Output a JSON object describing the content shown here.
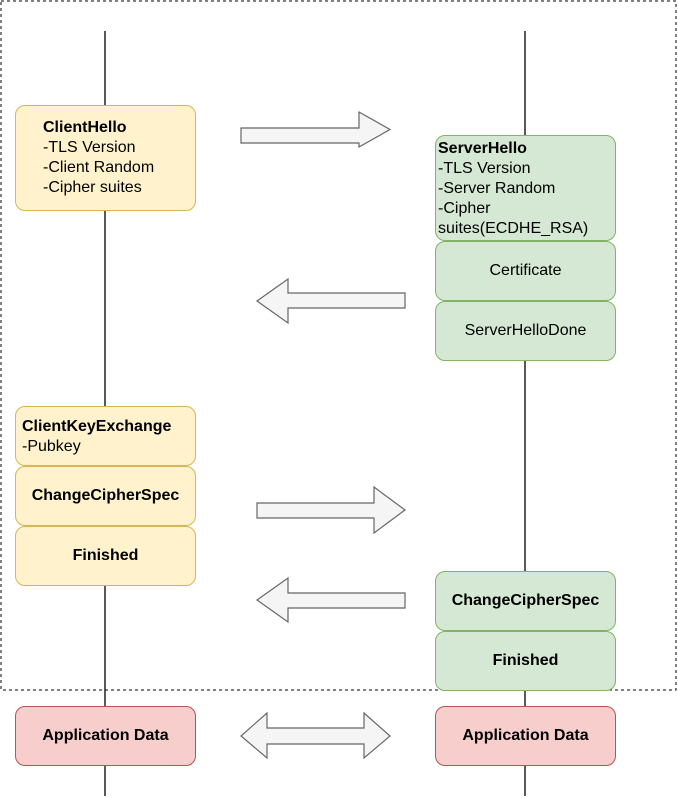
{
  "client": {
    "hello": {
      "title": "ClientHello",
      "lines": [
        "-TLS Version",
        "-Client Random",
        "-Cipher suites"
      ]
    },
    "key_exchange": {
      "title": "ClientKeyExchange",
      "lines": [
        "-Pubkey"
      ]
    },
    "change_cipher_spec": "ChangeCipherSpec",
    "finished": "Finished",
    "app_data": "Application Data"
  },
  "server": {
    "hello": {
      "title": "ServerHello",
      "lines": [
        "-TLS Version",
        "-Server Random",
        "-Cipher",
        "suites(ECDHE_RSA)"
      ]
    },
    "certificate": "Certificate",
    "hello_done": "ServerHelloDone",
    "change_cipher_spec": "ChangeCipherSpec",
    "finished": "Finished",
    "app_data": "Application Data"
  },
  "colors": {
    "client_fill": "#fff2cc",
    "client_border": "#d6b656",
    "server_fill": "#d5e8d4",
    "server_border": "#82b366",
    "app_fill": "#f8cecc",
    "app_border": "#b85450",
    "arrow_fill": "#f5f5f5",
    "arrow_stroke": "#666666"
  }
}
